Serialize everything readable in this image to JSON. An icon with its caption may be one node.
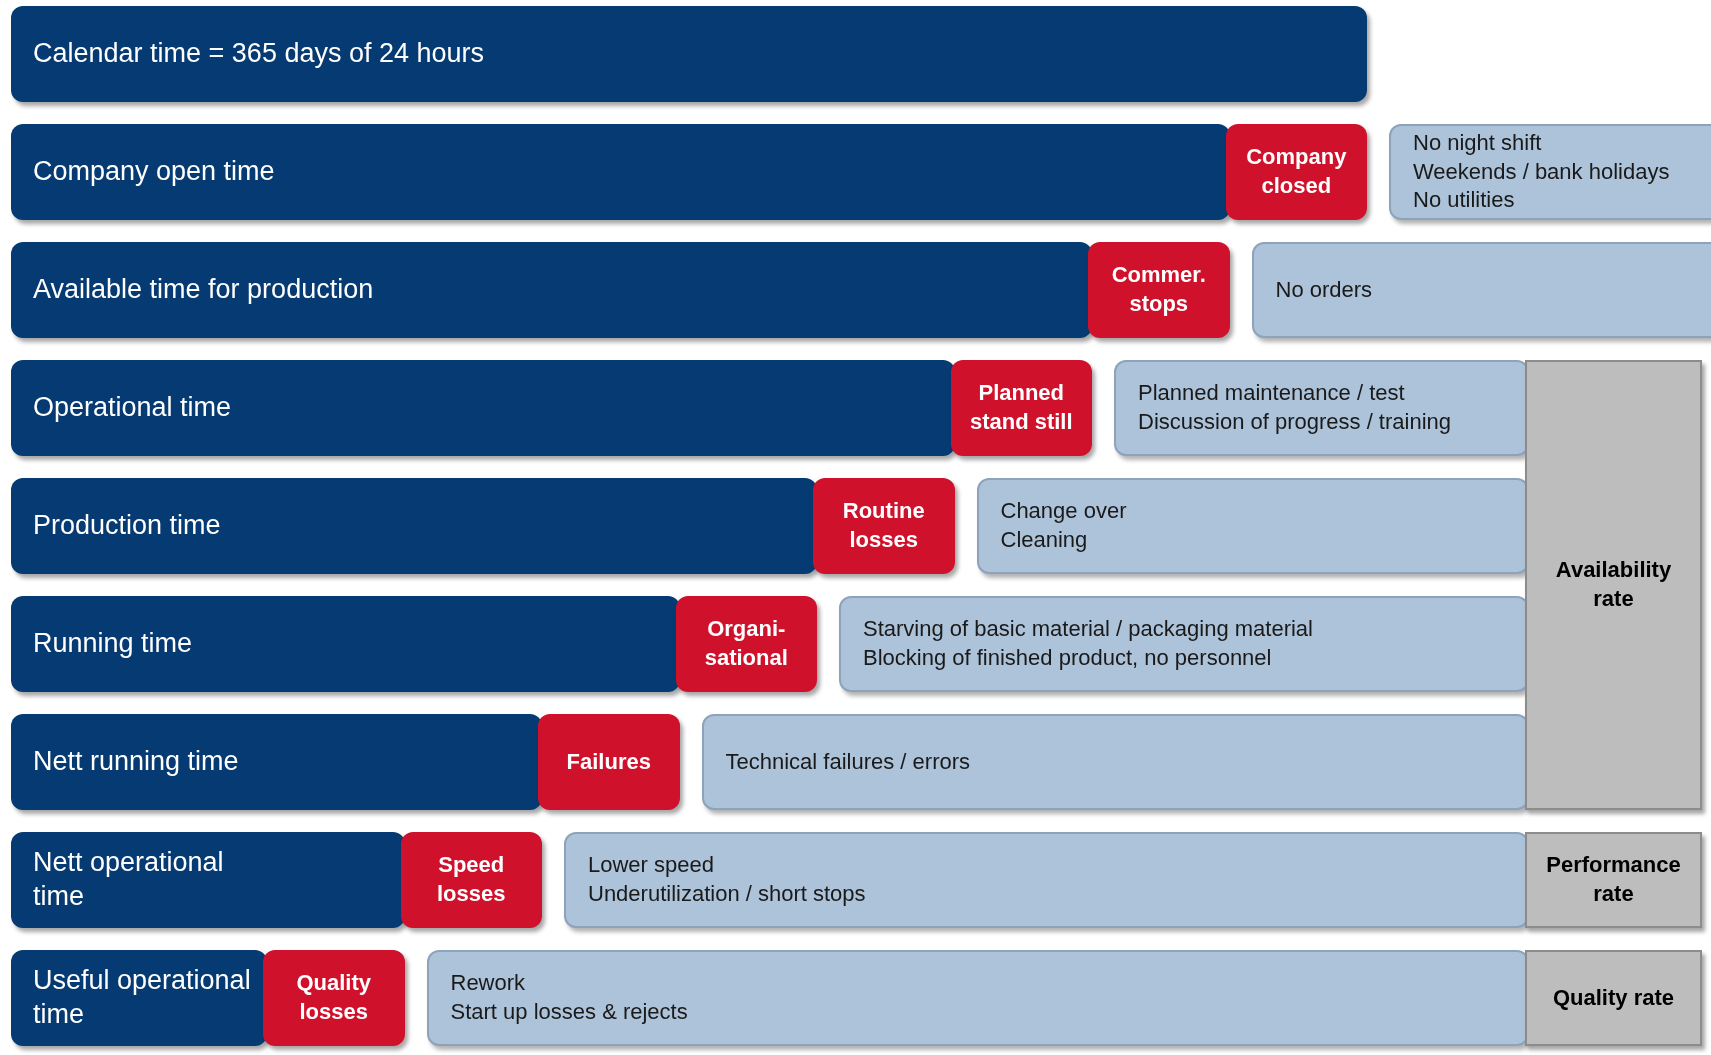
{
  "diagram": {
    "nodes": [
      {
        "text": [
          "Calendar time = 365 days of 24 hours"
        ]
      },
      {
        "text": [
          "Company open time"
        ]
      },
      {
        "text": [
          "Company closed"
        ]
      },
      {
        "text": [
          "No night shift",
          "Weekends / bank holidays",
          "No utilities"
        ]
      },
      {
        "text": [
          "Available time for production"
        ]
      },
      {
        "text": [
          "Commer. stops"
        ]
      },
      {
        "text": [
          "No orders"
        ]
      },
      {
        "text": [
          "Operational time"
        ]
      },
      {
        "text": [
          "Planned stand still"
        ]
      },
      {
        "text": [
          "Planned maintenance / test",
          "Discussion of progress / training"
        ]
      },
      {
        "text": [
          "Production time"
        ]
      },
      {
        "text": [
          "Routine losses"
        ]
      },
      {
        "text": [
          "Change over",
          "Cleaning"
        ]
      },
      {
        "text": [
          "Running time"
        ]
      },
      {
        "text": [
          "Organi-sational"
        ]
      },
      {
        "text": [
          "Starving of basic material / packaging material",
          "Blocking of finished product, no personnel"
        ]
      },
      {
        "text": [
          "Nett running time"
        ]
      },
      {
        "text": [
          "Failures"
        ]
      },
      {
        "text": [
          "Technical failures / errors"
        ]
      },
      {
        "text": [
          "Nett operational time"
        ]
      },
      {
        "text": [
          "Speed losses"
        ]
      },
      {
        "text": [
          "Lower speed",
          "Underutilization / short stops"
        ]
      },
      {
        "text": [
          "Useful operational time"
        ]
      },
      {
        "text": [
          "Quality losses"
        ]
      },
      {
        "text": [
          "Rework",
          "Start up losses & rejects"
        ]
      },
      {
        "text": [
          "Availability rate"
        ]
      },
      {
        "text": [
          "Performance rate"
        ]
      },
      {
        "text": [
          "Quality rate"
        ]
      }
    ]
  }
}
